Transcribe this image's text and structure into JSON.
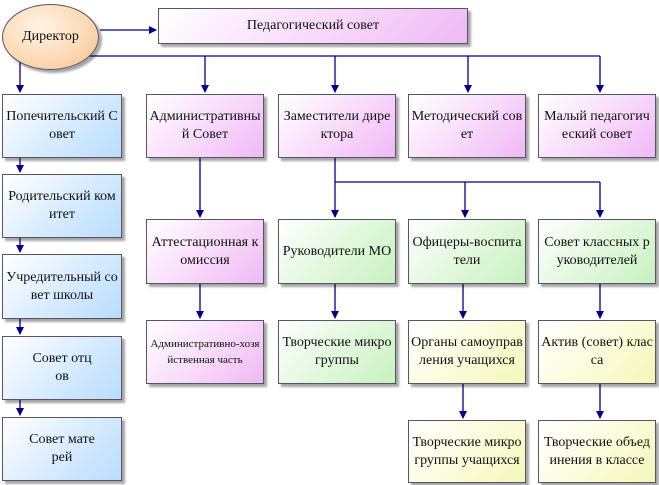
{
  "nodes": {
    "director": "Директор",
    "ped_council": "Педагогический совет",
    "trustees": "Попечительский Совет",
    "admin_council": "Административный Совет",
    "deputies": "Заместители директора",
    "method_council": "Методический совет",
    "small_ped_council": "Малый педагогический совет",
    "parent_committee": "Родительский комитет",
    "founders_council": "Учредительный совет школы",
    "fathers_council": "Совет отцов",
    "mothers_council": "Совет матерей",
    "attestation": "Аттестационная комиссия",
    "admin_econ": "Административно-хозяйственная часть",
    "mo_heads": "Руководители МО",
    "creative_groups": "Творческие микрогруппы",
    "officers": "Офицеры-воспитатели",
    "self_gov": "Органы самоуправления учащихся",
    "student_groups": "Творческие микрогруппы учащихся",
    "class_leaders": "Совет классных руководителей",
    "class_activ": "Актив (совет) класса",
    "class_assoc": "Творческие объединения в классе"
  },
  "colors": {
    "arrow": "#00008b",
    "blue_box": "#b9dcff",
    "pink_box": "#efb9f5",
    "green_box": "#c8f1c0",
    "yellow_box": "#f4f7b8",
    "director_fill": "#f4bb85"
  }
}
